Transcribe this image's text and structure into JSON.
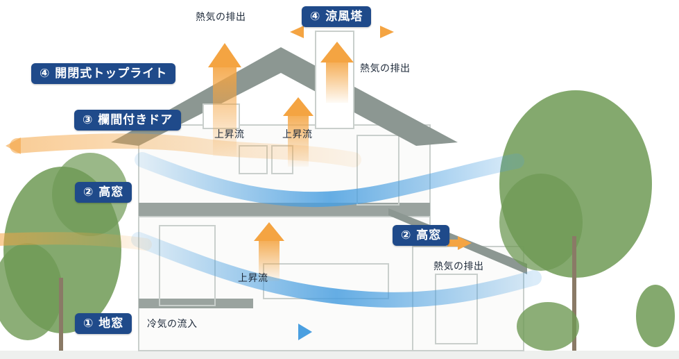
{
  "labels": {
    "heat_exhaust": "熱気の排出",
    "updraft": "上昇流",
    "cool_air_inflow": "冷気の流入"
  },
  "badges": {
    "cooling_tower": "④ 涼風塔",
    "openable_toplight": "④ 開閉式トップライト",
    "transom_door": "③ 欄間付きドア",
    "high_window_left": "② 高窓",
    "high_window_right": "② 高窓",
    "ground_window": "① 地窓"
  },
  "colors": {
    "badge_bg": "#1f4a8a",
    "warm_air": "#f4a442",
    "cool_air": "#4a9fe0",
    "roof": "#8c9792",
    "wall_line": "#c9cfcc",
    "foliage": "#6f9a55"
  }
}
